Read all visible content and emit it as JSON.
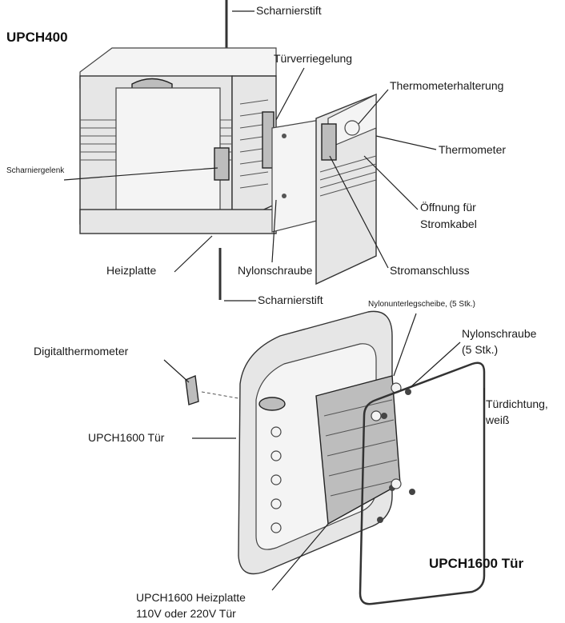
{
  "titles": {
    "top": "UPCH400",
    "bottom": "UPCH1600 Tür"
  },
  "labels": {
    "scharnierstift_top": "Scharnierstift",
    "tuerverriegelung": "Türverriegelung",
    "thermometerhalterung": "Thermometerhalterung",
    "thermometer": "Thermometer",
    "scharniergelenk": "Scharniergelenk",
    "oeffnung_line1": "Öffnung für",
    "oeffnung_line2": "Stromkabel",
    "heizplatte": "Heizplatte",
    "nylonschraube_top": "Nylonschraube",
    "stromanschluss": "Stromanschluss",
    "scharnierstift_bottom": "Scharnierstift",
    "nylonunterlegscheibe": "Nylonunterlegscheibe, (5 Stk.)",
    "nylonschraube_bottom_line1": "Nylonschraube",
    "nylonschraube_bottom_line2": "(5 Stk.)",
    "digitalthermometer": "Digitalthermometer",
    "upch1600_tuer": "UPCH1600 Tür",
    "tuerdichtung_line1": "Türdichtung,",
    "tuerdichtung_line2": "weiß",
    "heizplatte_bottom_line1": "UPCH1600 Heizplatte",
    "heizplatte_bottom_line2": "110V oder 220V Tür"
  },
  "colors": {
    "line": "#222222",
    "part_fill": "#e6e6e6",
    "part_dark": "#bdbdbd"
  }
}
